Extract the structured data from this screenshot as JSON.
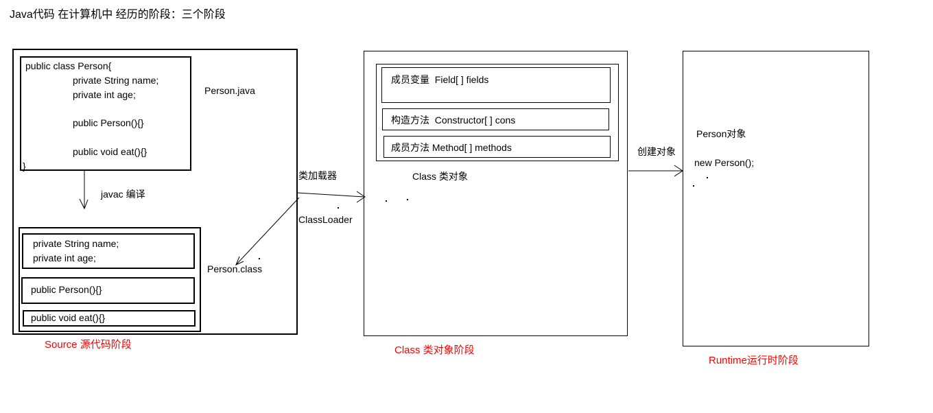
{
  "title": "Java代码 在计算机中 经历的阶段：三个阶段",
  "stages": {
    "source": {
      "stage_label": "Source 源代码阶段",
      "java_file": {
        "name": "Person.java",
        "lines": [
          "public class Person{",
          "private String name;",
          "private int age;",
          "public Person(){}",
          "public void eat(){}",
          "}"
        ]
      },
      "compile_arrow_label": "javac 编译",
      "class_file": {
        "name": "Person.class",
        "fields": [
          "private String name;",
          "private int age;"
        ],
        "constructor": "public Person(){}",
        "method": "public void eat(){}"
      }
    },
    "classloader": {
      "label_cn": "类加载器",
      "label_en": "ClassLoader"
    },
    "class_object": {
      "stage_label": "Class 类对象阶段",
      "object_title": "Class 类对象",
      "members": [
        "成员变量  Field[ ] fields",
        "构造方法  Constructor[ ] cons",
        "成员方法 Method[ ] methods"
      ]
    },
    "runtime": {
      "stage_label": "Runtime运行时阶段",
      "create_arrow_label": "创建对象",
      "object_name": "Person对象",
      "code": "new Person();"
    }
  },
  "colors": {
    "stage_label": "#ff0000",
    "text": "#000000",
    "line": "#000000"
  }
}
